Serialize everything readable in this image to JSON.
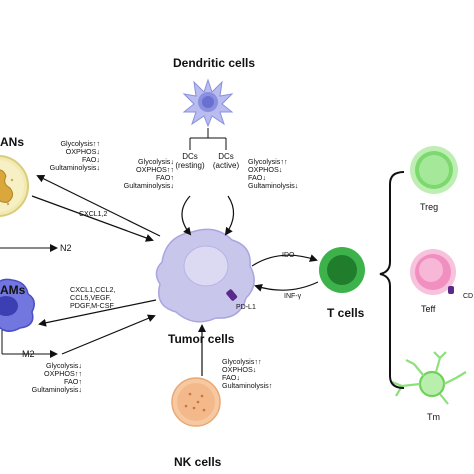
{
  "labels": {
    "dendritic_cells": "Dendritic cells",
    "tans": "ANs",
    "tams": "AMs",
    "n2": "N2",
    "m2": "M2",
    "tumor_cells": "Tumor cells",
    "t_cells": "T cells",
    "nk_cells": "NK cells",
    "treg": "Treg",
    "teff": "Teff",
    "tm": "Tm",
    "pdl1": "PD-L1",
    "ido": "IDO",
    "infg": "INF-γ",
    "cxcl12": "CXCL1,2",
    "tam_factors": [
      "CXCL1,CCL2,",
      "CCL5,VEGF,",
      "PDGF,M-CSF"
    ],
    "dcs_resting": [
      "DCs",
      "(resting)"
    ],
    "dcs_active": [
      "DCs",
      "(active)"
    ],
    "cut_right": "CD"
  },
  "metabolism": {
    "tan": [
      "Glycolysis↑↑",
      "OXPHOS↓",
      "FAO↓",
      "Gultaminolysis↓"
    ],
    "dc_resting": [
      "Glycolysis↓",
      "OXPHOS↑↑",
      "FAO↑",
      "Gultaminolysis↓"
    ],
    "dc_active": [
      "Glycolysis↑↑",
      "OXPHOS↓",
      "FAO↓",
      "Gultaminolysis↓"
    ],
    "tam": [
      "Glycolysis↓",
      "OXPHOS↑↑",
      "FAO↑",
      "Gultaminolysis↓"
    ],
    "nk": [
      "Glycolysis↑↑",
      "OXPHOS↓",
      "FAO↓",
      "Gultaminolysis↑"
    ]
  },
  "colors": {
    "tumor": "#c9c6ec",
    "tumor_nucleus": "#dcdaf3",
    "tcell_outer": "#3db24a",
    "tcell_inner": "#1f7d2c",
    "nk": "#f3b98a",
    "tam": "#5b5fd6",
    "tan": "#f2eab0",
    "dc": "#9aa0e6",
    "treg": "#7bd96e",
    "teff": "#f08fc0",
    "tm": "#8ee07a",
    "pdl1": "#5a2a8a"
  }
}
